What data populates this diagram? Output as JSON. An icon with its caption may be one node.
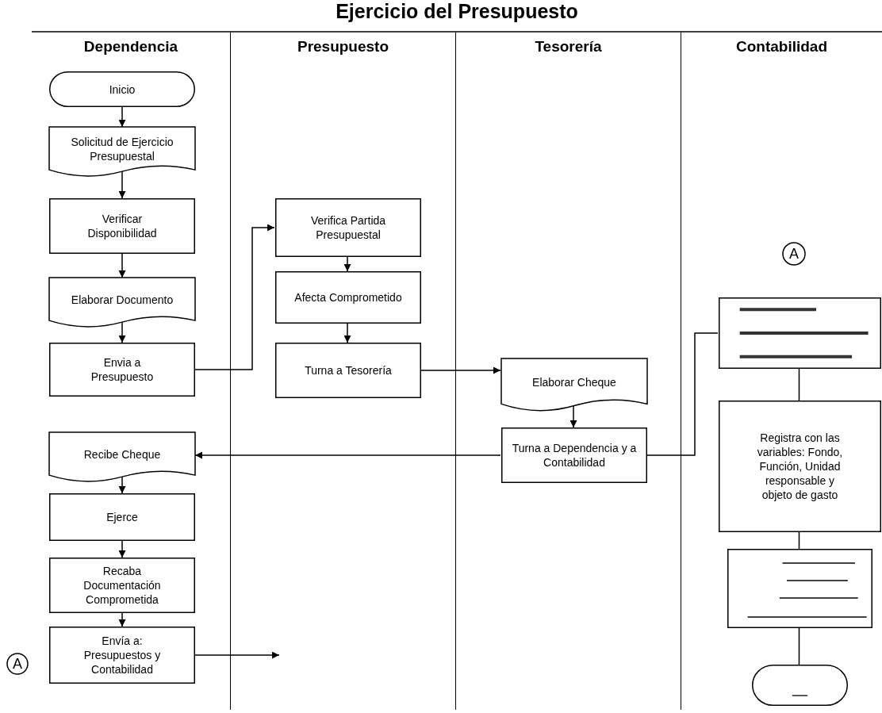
{
  "diagram": {
    "title": "Ejercicio del Presupuesto",
    "nodes": [
      {
        "text": [
          "Dependencia"
        ]
      },
      {
        "text": [
          "Presupuesto"
        ]
      },
      {
        "text": [
          "Tesorería"
        ]
      },
      {
        "text": [
          "Contabilidad"
        ]
      },
      {
        "text": [
          "Inicio"
        ],
        "in": 0
      },
      {
        "text": [
          "Solicitud de Ejercicio Presupuestal"
        ],
        "in": 0
      },
      {
        "text": [
          "Verificar Disponibilidad"
        ],
        "in": 0
      },
      {
        "text": [
          "Elaborar Documento"
        ],
        "in": 0
      },
      {
        "text": [
          "Envia a Presupuesto"
        ],
        "in": 0
      },
      {
        "text": [
          "Recibe Cheque"
        ],
        "in": 0
      },
      {
        "text": [
          "Ejerce"
        ],
        "in": 0
      },
      {
        "text": [
          "Recaba Documentación Comprometida"
        ],
        "in": 0
      },
      {
        "text": [
          "Envía a: Presupuestos y Contabilidad"
        ],
        "in": 0
      },
      {
        "text": [
          "Verifica Partida Presupuestal"
        ],
        "in": 1
      },
      {
        "text": [
          "Afecta Comprometido"
        ],
        "in": 1
      },
      {
        "text": [
          "Turna a Tesorería"
        ],
        "in": 1
      },
      {
        "text": [
          "Elaborar Cheque"
        ],
        "in": 2
      },
      {
        "text": [
          "Turna a Dependencia y a Contabilidad"
        ],
        "in": 2
      },
      {
        "text": [],
        "shape": "box",
        "in": 3
      },
      {
        "text": [
          "Registra con las variables: Fondo, Función, Unidad responsable y objeto de gasto"
        ],
        "in": 3
      },
      {
        "text": [],
        "shape": "box",
        "in": 3
      },
      {
        "text": [],
        "shape": "terminal",
        "in": 3
      },
      {
        "text": [
          "A"
        ],
        "in": 3
      },
      {
        "text": [
          "A"
        ]
      }
    ],
    "edges": [
      {
        "from": 4,
        "to": 5,
        "arrow": "to"
      },
      {
        "from": 5,
        "to": 6,
        "arrow": "to"
      },
      {
        "from": 6,
        "to": 7,
        "arrow": "to"
      },
      {
        "from": 7,
        "to": 8,
        "arrow": "to"
      },
      {
        "from": 8,
        "to": 13,
        "arrow": "to"
      },
      {
        "from": 13,
        "to": 14,
        "arrow": "to"
      },
      {
        "from": 14,
        "to": 15,
        "arrow": "to"
      },
      {
        "from": 15,
        "to": 16,
        "arrow": "to"
      },
      {
        "from": 16,
        "to": 17,
        "arrow": "to"
      },
      {
        "from": 17,
        "to": 9,
        "arrow": "to"
      },
      {
        "from": 17,
        "to": 18,
        "arrow": "none"
      },
      {
        "from": 18,
        "to": 19,
        "arrow": "none"
      },
      {
        "from": 19,
        "to": 20,
        "arrow": "none"
      },
      {
        "from": 20,
        "to": 21,
        "arrow": "none"
      },
      {
        "from": 9,
        "to": 10,
        "arrow": "to"
      },
      {
        "from": 10,
        "to": 11,
        "arrow": "to"
      },
      {
        "from": 11,
        "to": 12,
        "arrow": "to"
      },
      {
        "from": 12,
        "to": null,
        "arrow": "to"
      }
    ]
  }
}
